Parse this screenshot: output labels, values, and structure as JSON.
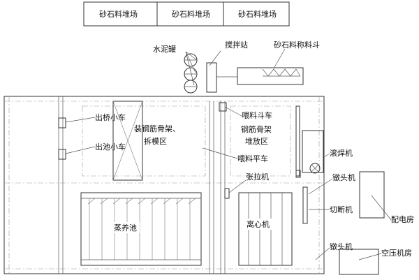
{
  "labels": {
    "yard_1": "砂石料堆场",
    "yard_2": "砂石料堆场",
    "yard_3": "砂石料堆场",
    "cement_tank": "水泥罐",
    "mixing_station": "搅拌站",
    "aggregate_hopper": "砂石料称料斗",
    "bridge_exit_cart": "出桥小车",
    "pool_exit_cart": "出池小车",
    "assembly_zone_line1": "装钢筋骨架、",
    "assembly_zone_line2": "拆模区",
    "feed_hopper_car": "喂料斗车",
    "rebar_storage_line1": "钢筋骨架",
    "rebar_storage_line2": "堆放区",
    "feed_flatcar": "喂料平车",
    "roll_welder": "滚焊机",
    "header_1": "镦头机",
    "tensioner": "张拉机",
    "cutter": "切断机",
    "switch_room": "配电房",
    "curing_pool": "蒸养池",
    "centrifuge": "离心机",
    "header_2": "镦头机",
    "compressor_room": "空压机房"
  }
}
